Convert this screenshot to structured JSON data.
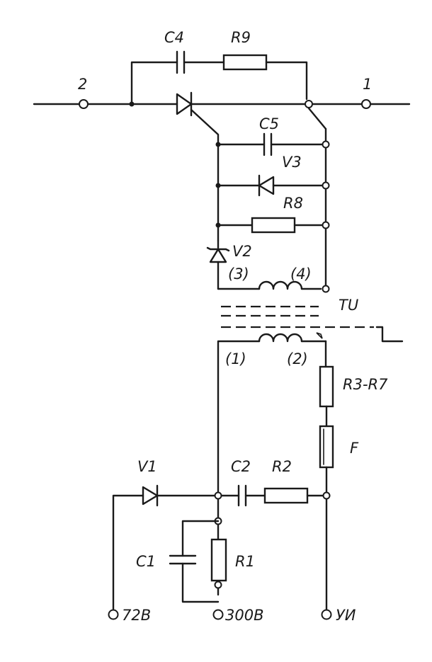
{
  "labels": {
    "C4": "C4",
    "R9": "R9",
    "node2": "2",
    "node1": "1",
    "C5": "C5",
    "V3": "V3",
    "R8": "R8",
    "V2": "V2",
    "w3": "(3)",
    "w4": "(4)",
    "TU": "TU",
    "w1": "(1)",
    "w2": "(2)",
    "R3R7": "R3-R7",
    "F": "F",
    "V1": "V1",
    "C2": "C2",
    "R2": "R2",
    "C1": "C1",
    "R1": "R1",
    "t72": "72B",
    "t300": "300B",
    "tUI": "УИ"
  }
}
